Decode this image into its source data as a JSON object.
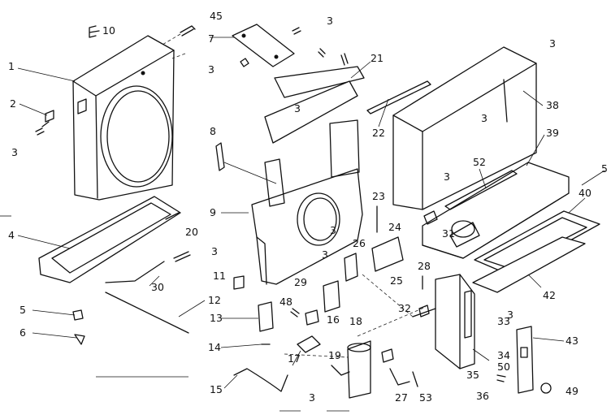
{
  "labels": [
    "10",
    "45",
    "7",
    "3",
    "3",
    "3",
    "3",
    "21",
    "1",
    "2",
    "3",
    "8",
    "3",
    "22",
    "3",
    "38",
    "39",
    "52",
    "5",
    "23",
    "24",
    "26",
    "25",
    "9",
    "3",
    "3",
    "31",
    "40",
    "4",
    "20",
    "3",
    "11",
    "28",
    "29",
    "30",
    "12",
    "13",
    "48",
    "16",
    "5",
    "6",
    "14",
    "17",
    "18",
    "19",
    "15",
    "3",
    "27",
    "53",
    "32",
    "3",
    "33",
    "34",
    "35",
    "50",
    "43",
    "36",
    "49",
    "42"
  ]
}
